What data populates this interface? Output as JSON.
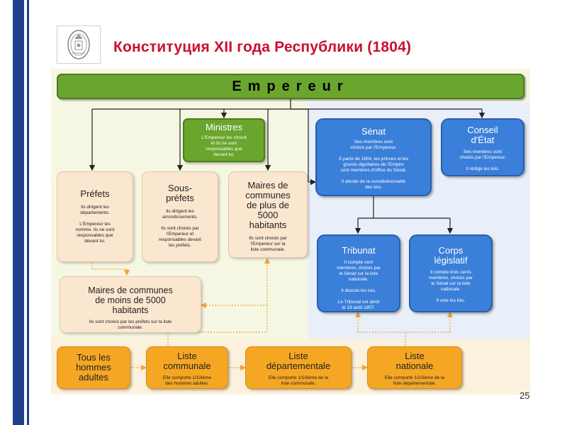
{
  "header": {
    "title": "Конституция XII года Республики (1804)",
    "page_number": "25"
  },
  "diagram": {
    "emperor": {
      "label": "Empereur"
    },
    "ministres": {
      "title": "Ministres",
      "text": "L'Empereur les choisit\net ils ne sont\nresponsables que\ndevant lui."
    },
    "prefets": {
      "title": "Préfets",
      "text": "Ils dirigent les\ndépartements.\n\nL'Empereur les\nnomme. Ils ne sont\nresponsables que\ndevant lui."
    },
    "sous_prefets": {
      "title": "Sous-\npréfets",
      "text": "Ils dirigent les\narrondissements.\n\nIls sont choisis par\nl'Empereur et\nresponsables devant\nles préfets."
    },
    "maires_plus": {
      "title": "Maires de\ncommunes\nde plus de\n5000\nhabitants",
      "text": "Ils sont choisis par\nl'Empereur sur la\nliste communale."
    },
    "maires_moins": {
      "title": "Maires de communes\nde moins de 5000\nhabitants",
      "text": "Ils sont choisis par les préfets sur la liste\ncommunale."
    },
    "senat": {
      "title": "Sénat",
      "text": "Ses membres sont\nchoisis par l'Empereur.\n\nÀ partir de 1804, les princes et les\ngrands dignitaires de l'Empire\nsont membres d'office du Sénat.\n\nIl décide de la constitutionnalité\ndes lois."
    },
    "conseil": {
      "title": "Conseil\nd'État",
      "text": "Ses membres sont\nchoisis par l'Empereur.\n\nIl rédige les lois."
    },
    "tribunat": {
      "title": "Tribunat",
      "text": "Il compte cent\nmembres, choisis par\nle Sénat sur la liste\nnationale.\n\nIl discute les lois.\n\nLe Tribunat est aboli\nle 19 août 1807."
    },
    "corps": {
      "title": "Corps\nlégislatif",
      "text": "Il compte trois cents\nmembres, choisis par\nle Sénat sur la liste\nnationale.\n\nIl vote les lois."
    },
    "tous": {
      "title": "Tous les\nhommes\nadultes"
    },
    "liste_communale": {
      "title": "Liste\ncommunale",
      "text": "Elle comporte 1/10ième\ndes hommes adultes."
    },
    "liste_departementale": {
      "title": "Liste\ndépartementale",
      "text": "Elle comporte 1/10ième de la\nliste communale."
    },
    "liste_nationale": {
      "title": "Liste\nnationale",
      "text": "Elle comporte 1/10ième de la\nliste départementale."
    }
  },
  "colors": {
    "title": "#c8102e",
    "accent_bar": "#1f3f8c",
    "executive_green": "#6aa52e",
    "local_beige": "#fbe6d0",
    "legislative_blue": "#3a7fd9",
    "lists_orange": "#f5a623"
  }
}
